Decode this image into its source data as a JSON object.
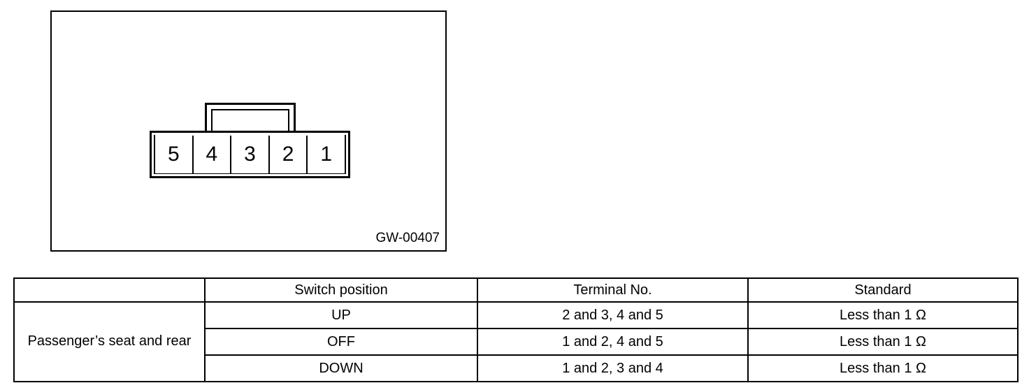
{
  "figure": {
    "code_label": "GW-00407",
    "connector": {
      "name": "5-pin connector terminal face",
      "pins": [
        "5",
        "4",
        "3",
        "2",
        "1"
      ]
    }
  },
  "table": {
    "headers": {
      "component": "",
      "switch_position": "Switch position",
      "terminal_no": "Terminal No.",
      "standard": "Standard"
    },
    "component_label": "Passenger’s seat and rear",
    "rows": [
      {
        "switch_position": "UP",
        "terminal_no": "2 and 3, 4 and 5",
        "standard": "Less than 1 Ω"
      },
      {
        "switch_position": "OFF",
        "terminal_no": "1 and 2, 4 and 5",
        "standard": "Less than 1 Ω"
      },
      {
        "switch_position": "DOWN",
        "terminal_no": "1 and 2, 3 and 4",
        "standard": "Less than 1 Ω"
      }
    ]
  },
  "colors": {
    "line": "#000000",
    "background": "#ffffff",
    "text": "#000000"
  }
}
